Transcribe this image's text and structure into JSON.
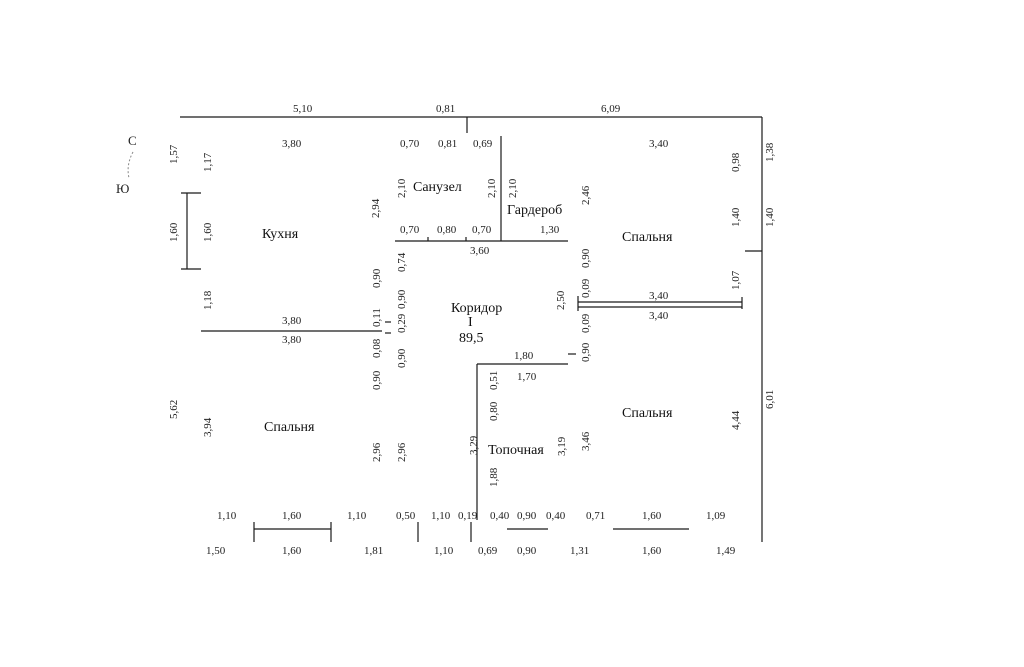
{
  "rooms": {
    "kitchen": "Кухня",
    "bathroom": "Санузел",
    "wardrobe": "Гардероб",
    "bedroom_ne": "Спальня",
    "corridor": "Коридор",
    "corridor_mark": "I",
    "corridor_area": "89,5",
    "bedroom_sw": "Спальня",
    "bedroom_se": "Спальня",
    "boiler": "Топочная"
  },
  "compass": {
    "north": "С",
    "south": "Ю"
  },
  "dimensions": {
    "top_left": "5,10",
    "top_mid": "0,81",
    "top_right": "6,09",
    "k_top": "3,80",
    "b_w1": "0,70",
    "b_w2": "0,81",
    "b_w3": "0,69",
    "bne_top": "3,40",
    "left_157": "1,57",
    "left_117": "1,17",
    "right_098": "0,98",
    "right_138": "1,38",
    "b_h_left": "2,10",
    "w_h_left": "2,10",
    "w_h_right": "2,10",
    "wall_294": "2,94",
    "wall_246": "2,46",
    "left_160a": "1,60",
    "left_160b": "1,60",
    "right_140a": "1,40",
    "right_140b": "1,40",
    "b_bottom1": "0,70",
    "b_bottom2": "0,80",
    "b_bottom3": "0,70",
    "w_bottom": "1,30",
    "corr_top": "3,60",
    "wall_074": "0,74",
    "wall_090a": "0,90",
    "wall_090b": "0,90",
    "wall_090c": "0,90",
    "wall_009a": "0,09",
    "wall_009b": "0,09",
    "wall_011": "0,11",
    "wall_029": "0,29",
    "wall_008": "0,08",
    "wall_090d": "0,90",
    "wall_090e": "0,90",
    "wall_090f": "0,90",
    "right_107": "1,07",
    "left_118": "1,18",
    "bse_top1": "3,40",
    "bse_top2": "3,40",
    "k_bottom": "3,80",
    "bsw_top": "3,80",
    "corr_250": "2,50",
    "corr_180": "1,80",
    "corr_170": "1,70",
    "left_562": "5,62",
    "left_394": "3,94",
    "right_444": "4,44",
    "right_601": "6,01",
    "wall_051": "0,51",
    "wall_080": "0,80",
    "wall_329": "3,29",
    "wall_319": "3,19",
    "wall_346": "3,46",
    "wall_188": "1,88",
    "wall_296a": "2,96",
    "wall_296b": "2,96",
    "bot1_110": "1,10",
    "bot1_160": "1,60",
    "bot1_110b": "1,10",
    "bot1_050": "0,50",
    "bot1_110c": "1,10",
    "bot1_019": "0,19",
    "bot1_040": "0,40",
    "bot1_090": "0,90",
    "bot1_040b": "0,40",
    "bot1_071": "0,71",
    "bot1_160b": "1,60",
    "bot1_109": "1,09",
    "bot2_150": "1,50",
    "bot2_160": "1,60",
    "bot2_181": "1,81",
    "bot2_110": "1,10",
    "bot2_069": "0,69",
    "bot2_090": "0,90",
    "bot2_131": "1,31",
    "bot2_160b": "1,60",
    "bot2_149": "1,49"
  }
}
